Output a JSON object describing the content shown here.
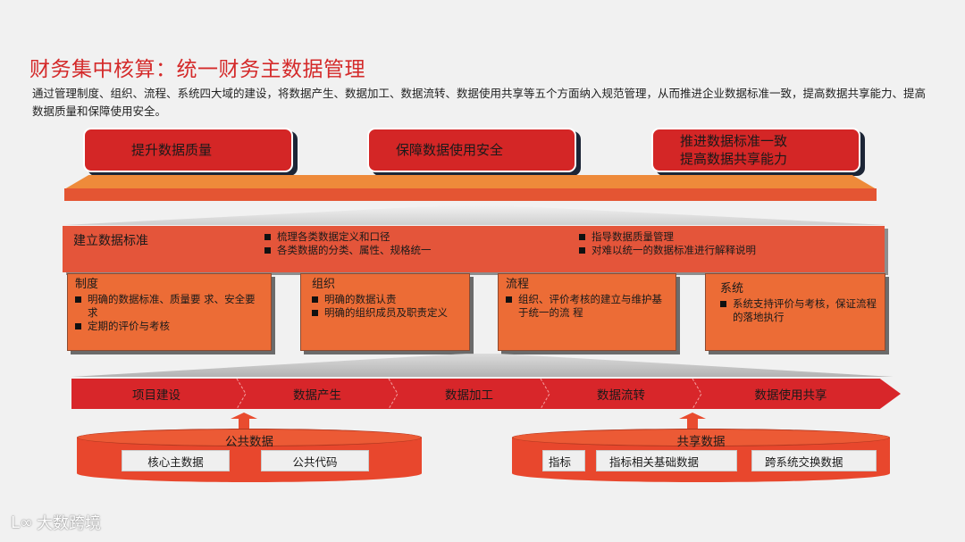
{
  "header": {
    "title": "财务集中核算：统一财务主数据管理",
    "intro": "通过管理制度、组织、流程、系统四大域的建设，将数据产生、数据加工、数据流转、数据使用共享等五个方面纳入规范管理，从而推进企业数据标准一致，提高数据共享能力、提高数据质量和保障使用安全。"
  },
  "goals": [
    {
      "lines": [
        "提升数据质量"
      ]
    },
    {
      "lines": [
        "保障数据使用安全"
      ]
    },
    {
      "lines": [
        "推进数据标准一致",
        "提高数据共享能力"
      ]
    }
  ],
  "standard": {
    "title": "建立数据标准",
    "bullets_left": [
      "梳理各类数据定义和口径",
      "各类数据的分类、属性、规格统一"
    ],
    "bullets_right": [
      "指导数据质量管理",
      "对难以统一的数据标准进行解释说明"
    ]
  },
  "domains": [
    {
      "name": "制度",
      "bullets": [
        "明确的数据标准、质量要 求、安全要求",
        "定期的评价与考核"
      ]
    },
    {
      "name": "组织",
      "bullets": [
        "明确的数据认责",
        "明确的组织成员及职责定义"
      ]
    },
    {
      "name": "流程",
      "bullets": [
        "组织、评价考核的建立与维护基于统一的流 程"
      ]
    },
    {
      "name": "系统",
      "bullets": [
        "系统支持评价与考核，保证流程的落地执行"
      ]
    }
  ],
  "flow": {
    "steps": [
      "项目建设",
      "数据产生",
      "数据加工",
      "数据流转",
      "数据使用共享"
    ]
  },
  "public_data": {
    "title": "公共数据",
    "items": [
      "核心主数据",
      "公共代码"
    ]
  },
  "shared_data": {
    "title": "共享数据",
    "items": [
      "指标",
      "指标相关基础数据",
      "跨系统交换数据"
    ]
  },
  "watermark": {
    "logo": "ᒪ∞",
    "text": "大数跨境"
  },
  "colors": {
    "title_red": "#d42a2a",
    "goal_red": "#d42626",
    "band_orange_red": "#e4553a",
    "domain_orange": "#ec6c36",
    "flow_red": "#d8262a",
    "background": "#f1f1f1"
  }
}
